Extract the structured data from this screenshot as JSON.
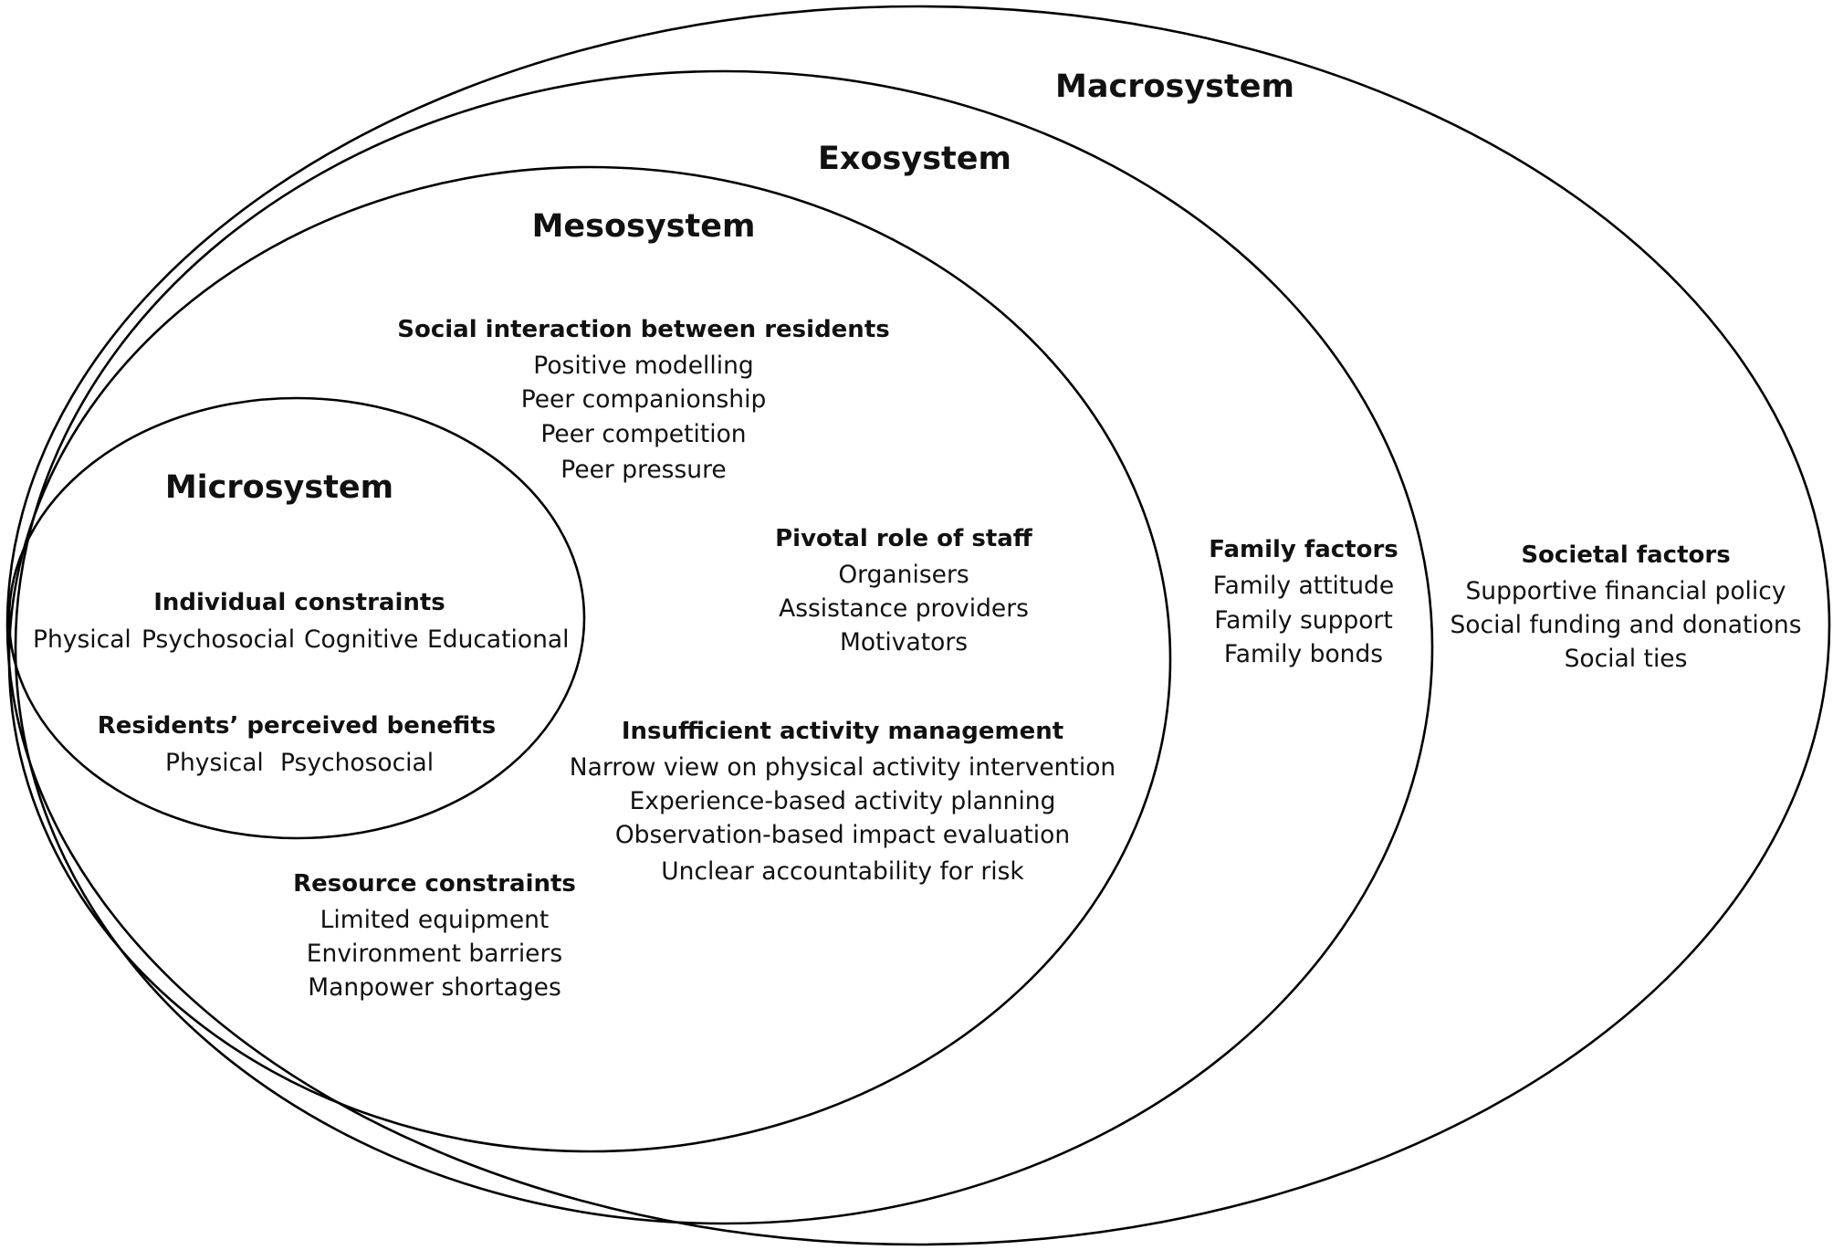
{
  "systems": {
    "macro": "Macrosystem",
    "exo": "Exosystem",
    "meso": "Mesosystem",
    "micro": "Microsystem"
  },
  "groups": {
    "social_interaction": {
      "title": "Social interaction between residents",
      "items": [
        "Positive modelling",
        "Peer companionship",
        "Peer competition",
        "Peer pressure"
      ]
    },
    "individual_constraints": {
      "title": "Individual constraints",
      "items": [
        "Physical",
        "Psychosocial",
        "Cognitive",
        "Educational"
      ]
    },
    "perceived_benefits": {
      "title": "Residents’ perceived benefits",
      "items": [
        "Physical",
        "Psychosocial"
      ]
    },
    "pivotal_role": {
      "title": "Pivotal role of staff",
      "items": [
        "Organisers",
        "Assistance providers",
        "Motivators"
      ]
    },
    "activity_management": {
      "title": "Insufficient activity management",
      "items": [
        "Narrow view on physical activity intervention",
        "Experience-based activity planning",
        "Observation-based impact evaluation",
        "Unclear accountability for risk"
      ]
    },
    "resource_constraints": {
      "title": "Resource constraints",
      "items": [
        "Limited equipment",
        "Environment barriers",
        "Manpower shortages"
      ]
    },
    "family_factors": {
      "title": "Family factors",
      "items": [
        "Family attitude",
        "Family support",
        "Family bonds"
      ]
    },
    "societal_factors": {
      "title": "Societal factors",
      "items": [
        "Supportive financial policy",
        "Social funding and donations",
        "Social ties"
      ]
    }
  }
}
